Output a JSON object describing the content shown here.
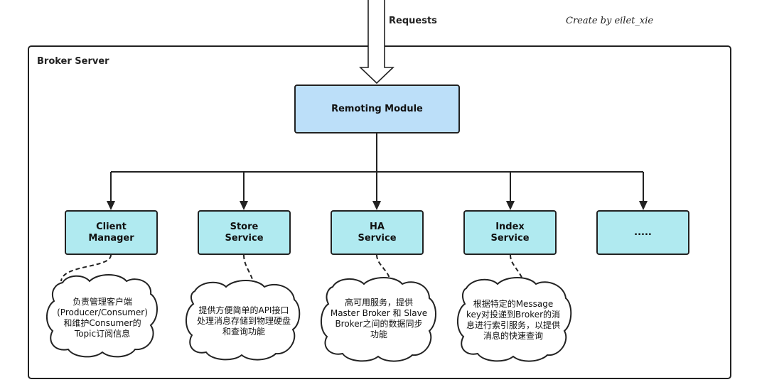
{
  "requests_label": "Requests",
  "credit": "Create by eilet_xie",
  "container_title": "Broker Server",
  "remoting_module": "Remoting Module",
  "services": [
    {
      "line1": "Client",
      "line2": "Manager"
    },
    {
      "line1": "Store",
      "line2": "Service"
    },
    {
      "line1": "HA",
      "line2": "Service"
    },
    {
      "line1": "Index",
      "line2": "Service"
    },
    {
      "line1": ".....",
      "line2": ""
    }
  ],
  "notes": [
    [
      "负责管理客户端",
      "(Producer/Consumer)",
      "和维护Consumer的",
      "Topic订阅信息"
    ],
    [
      "提供方便简单的API接口",
      "处理消息存储到物理硬盘",
      "和查询功能"
    ],
    [
      "高可用服务，提供",
      "Master Broker 和 Slave",
      "Broker之间的数据同步",
      "功能"
    ],
    [
      "根据特定的Message",
      "key对投递到Broker的消",
      "息进行索引服务，以提供",
      "消息的快速查询"
    ]
  ]
}
